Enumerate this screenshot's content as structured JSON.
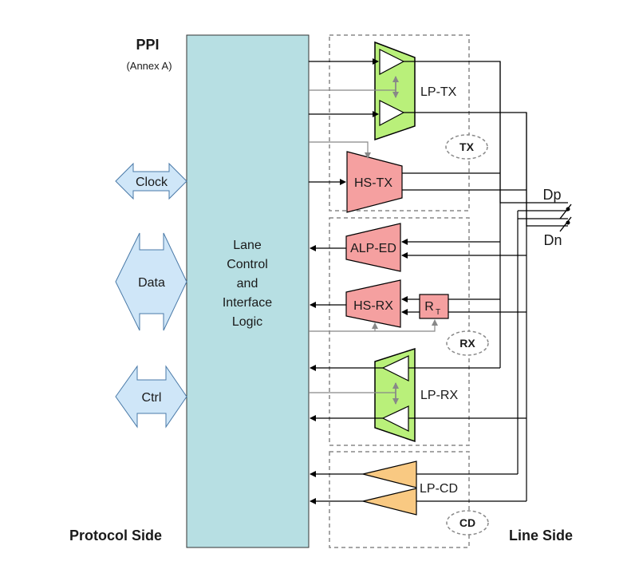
{
  "ppi": {
    "title": "PPI",
    "subtitle": "(Annex A)"
  },
  "core": {
    "lines": [
      "Lane",
      "Control",
      "and",
      "Interface",
      "Logic"
    ]
  },
  "ports": {
    "clock": "Clock",
    "data": "Data",
    "ctrl": "Ctrl"
  },
  "blocks": {
    "lp_tx": "LP-TX",
    "hs_tx": "HS-TX",
    "alp_ed": "ALP-ED",
    "hs_rx": "HS-RX",
    "rt_main": "R",
    "rt_sub": "T",
    "lp_rx": "LP-RX",
    "lp_cd": "LP-CD"
  },
  "groups": {
    "tx": "TX",
    "rx": "RX",
    "cd": "CD"
  },
  "pins": {
    "dp": "Dp",
    "dn": "Dn"
  },
  "sides": {
    "protocol": "Protocol Side",
    "line": "Line Side"
  },
  "colors": {
    "core_fill": "#b7dfe3",
    "port_fill": "#cfe6f8",
    "lp_fill": "#b9f07a",
    "hs_fill": "#f5a0a0",
    "cd_fill": "#f9c982"
  }
}
